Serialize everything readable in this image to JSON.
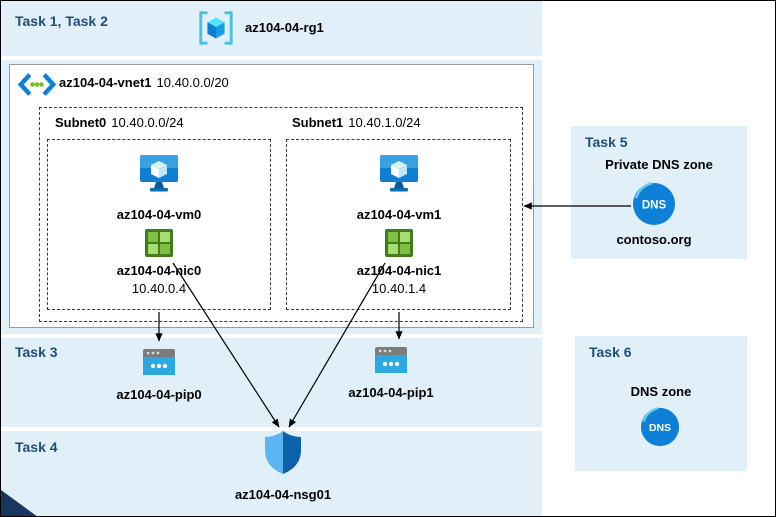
{
  "colors": {
    "band": "#e1eff8",
    "heading": "#1f4e79",
    "arrow": "#000000"
  },
  "headings": {
    "tasks12": "Task 1, Task 2",
    "task3": "Task 3",
    "task4": "Task 4",
    "task5": "Task 5",
    "task6": "Task 6"
  },
  "resource_group": {
    "name": "az104-04-rg1"
  },
  "vnet": {
    "name": "az104-04-vnet1",
    "cidr": "10.40.0.0/20"
  },
  "subnets": {
    "subnet0": {
      "name": "Subnet0",
      "cidr": "10.40.0.0/24",
      "vm": "az104-04-vm0",
      "nic": "az104-04-nic0",
      "ip": "10.40.0.4"
    },
    "subnet1": {
      "name": "Subnet1",
      "cidr": "10.40.1.0/24",
      "vm": "az104-04-vm1",
      "nic": "az104-04-nic1",
      "ip": "10.40.1.4"
    }
  },
  "public_ips": {
    "pip0": "az104-04-pip0",
    "pip1": "az104-04-pip1"
  },
  "nsg": {
    "name": "az104-04-nsg01"
  },
  "private_dns": {
    "label": "Private DNS zone",
    "zone": "contoso.org",
    "icon_text": "DNS"
  },
  "dns_zone": {
    "label": "DNS zone",
    "icon_text": "DNS"
  }
}
